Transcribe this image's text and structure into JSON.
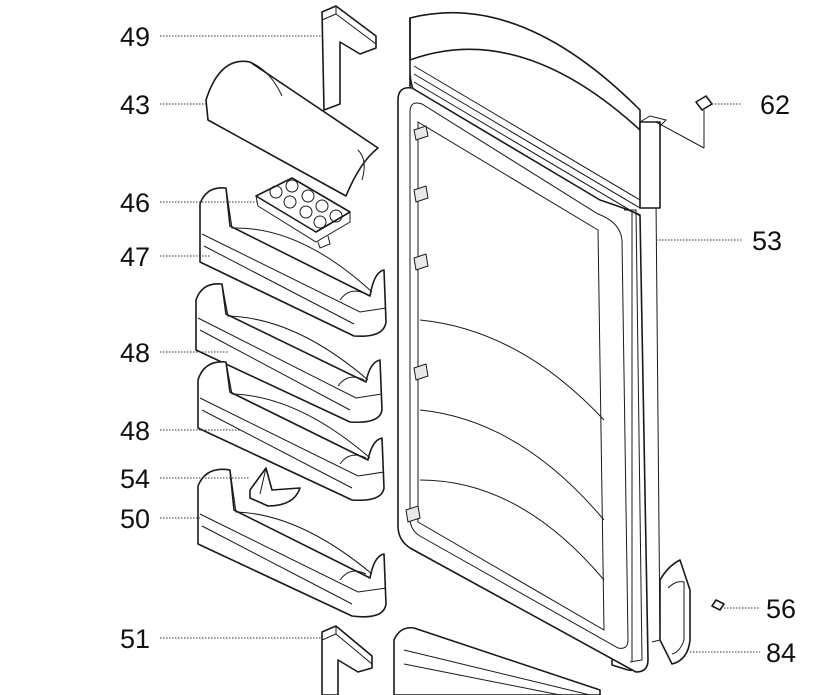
{
  "callouts": [
    {
      "id": "49",
      "label": "49"
    },
    {
      "id": "43",
      "label": "43"
    },
    {
      "id": "46",
      "label": "46"
    },
    {
      "id": "47",
      "label": "47"
    },
    {
      "id": "48a",
      "label": "48"
    },
    {
      "id": "48b",
      "label": "48"
    },
    {
      "id": "54",
      "label": "54"
    },
    {
      "id": "50",
      "label": "50"
    },
    {
      "id": "51",
      "label": "51"
    },
    {
      "id": "62",
      "label": "62"
    },
    {
      "id": "53",
      "label": "53"
    },
    {
      "id": "56",
      "label": "56"
    },
    {
      "id": "84",
      "label": "84"
    }
  ],
  "colors": {
    "line": "#1a1a1a",
    "background": "#ffffff",
    "shade": "#e8e8e8"
  }
}
